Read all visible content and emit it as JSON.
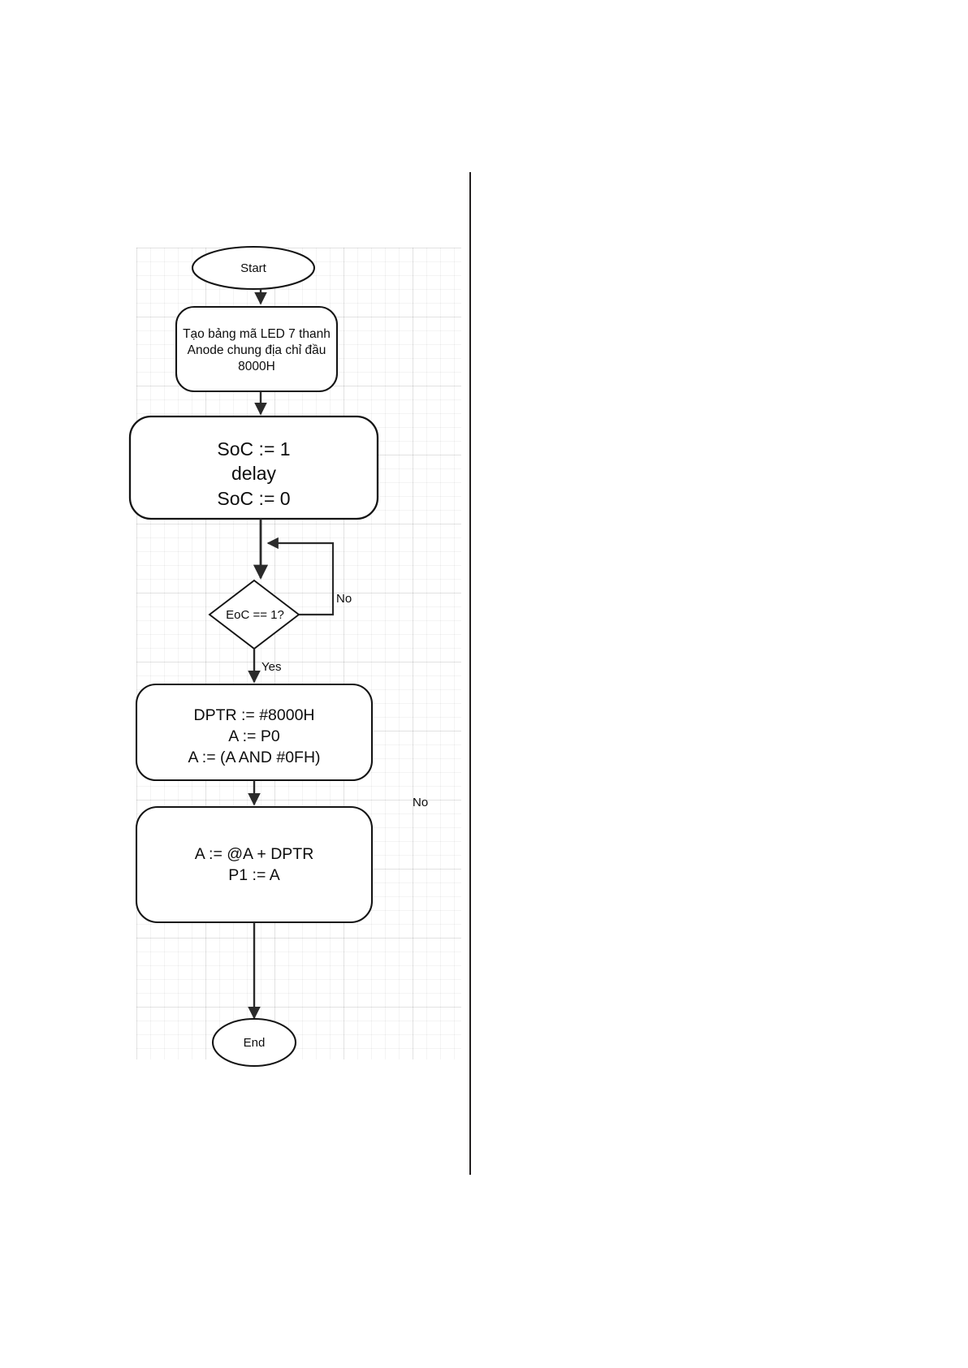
{
  "document": {
    "type": "flowchart",
    "language": "vi",
    "background_color": "#ffffff",
    "stroke_color": "#1a1a1a",
    "text_color": "#0d0d0d"
  },
  "flowchart": {
    "title": "ADC to 7-segment LED flowchart",
    "nodes": [
      {
        "id": "start",
        "shape": "ellipse",
        "text": "Start"
      },
      {
        "id": "init-table",
        "shape": "rounded-rect",
        "text": "Tạo bảng mã LED 7 thanh\nAnode chung địa chỉ đầu\n8000H"
      },
      {
        "id": "soc-pulse",
        "shape": "rounded-rect",
        "text": "SoC := 1\ndelay\nSoC := 0"
      },
      {
        "id": "eoc-check",
        "shape": "diamond",
        "text": "EoC == 1?"
      },
      {
        "id": "read-port",
        "shape": "rounded-rect",
        "text": "DPTR := #8000H\nA := P0\nA  := (A  AND #0FH)"
      },
      {
        "id": "lookup-output",
        "shape": "rounded-rect",
        "text": "A := @A + DPTR\nP1 := A"
      },
      {
        "id": "end",
        "shape": "ellipse",
        "text": "End"
      }
    ],
    "edge_labels": {
      "eoc_no": "No",
      "eoc_yes": "Yes",
      "stray_no": "No"
    }
  }
}
